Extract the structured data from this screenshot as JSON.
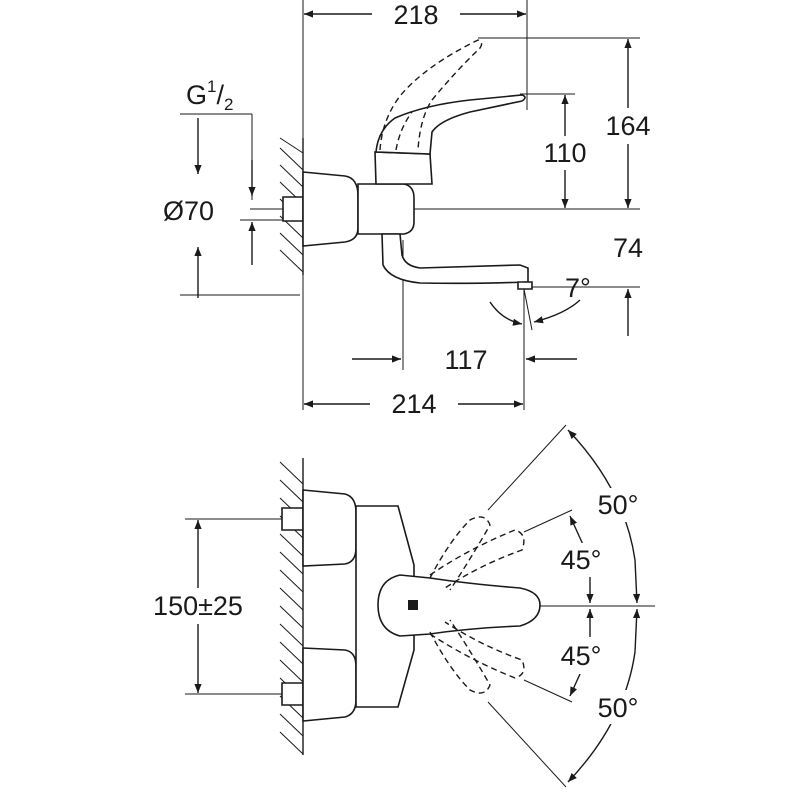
{
  "diagram": {
    "side_view": {
      "dim_width_top": "218",
      "dim_height_total": "164",
      "dim_handle_height": "110",
      "dim_connection_prefix": "G",
      "dim_connection_num": "1",
      "dim_connection_den": "2",
      "dim_diameter": "Ø70",
      "dim_spout_height": "74",
      "dim_spout_angle": "7°",
      "dim_spout_reach": "117",
      "dim_width_bottom": "214"
    },
    "top_view": {
      "dim_centers": "150±25",
      "angle_outer_up": "50°",
      "angle_inner_up": "45°",
      "angle_inner_down": "45°",
      "angle_outer_down": "50°"
    }
  }
}
